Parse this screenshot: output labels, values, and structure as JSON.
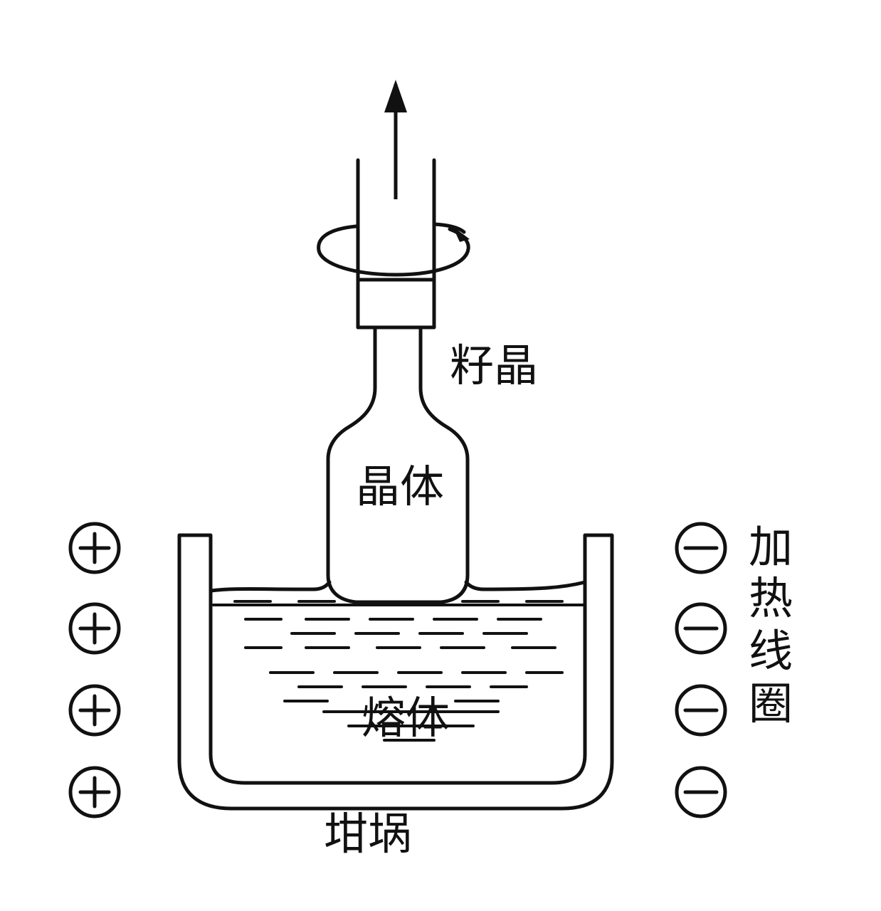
{
  "labels": {
    "seed_crystal": "籽晶",
    "crystal": "晶体",
    "melt": "熔体",
    "crucible": "坩埚",
    "heating_coil": [
      "加",
      "热",
      "线",
      "圈"
    ]
  },
  "coil_signs": {
    "left": [
      "+",
      "+",
      "+",
      "+"
    ],
    "right": [
      "−",
      "−",
      "−",
      "−"
    ]
  },
  "colors": {
    "ink": "#111111",
    "background": "#ffffff"
  }
}
